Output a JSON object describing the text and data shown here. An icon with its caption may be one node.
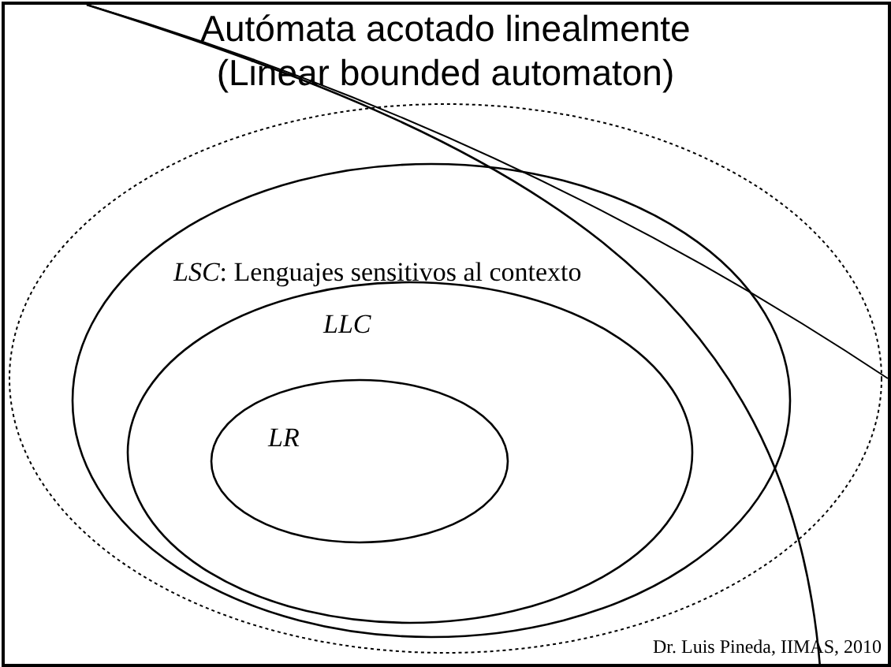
{
  "diagram": {
    "title": "Autómata acotado linealmente (Linear bounded automaton)",
    "nodes": [
      {
        "text": [],
        "shape": "ellipse"
      },
      {
        "text": [
          "*LSC*: Lenguajes sensitivos al contexto"
        ],
        "in": 0
      },
      {
        "text": [
          "LLC"
        ],
        "in": 1
      },
      {
        "text": [
          "LR"
        ],
        "in": 2
      }
    ],
    "edges": [],
    "labels": [
      "Dr. Luis Pineda, IIMAS, 2010"
    ]
  }
}
